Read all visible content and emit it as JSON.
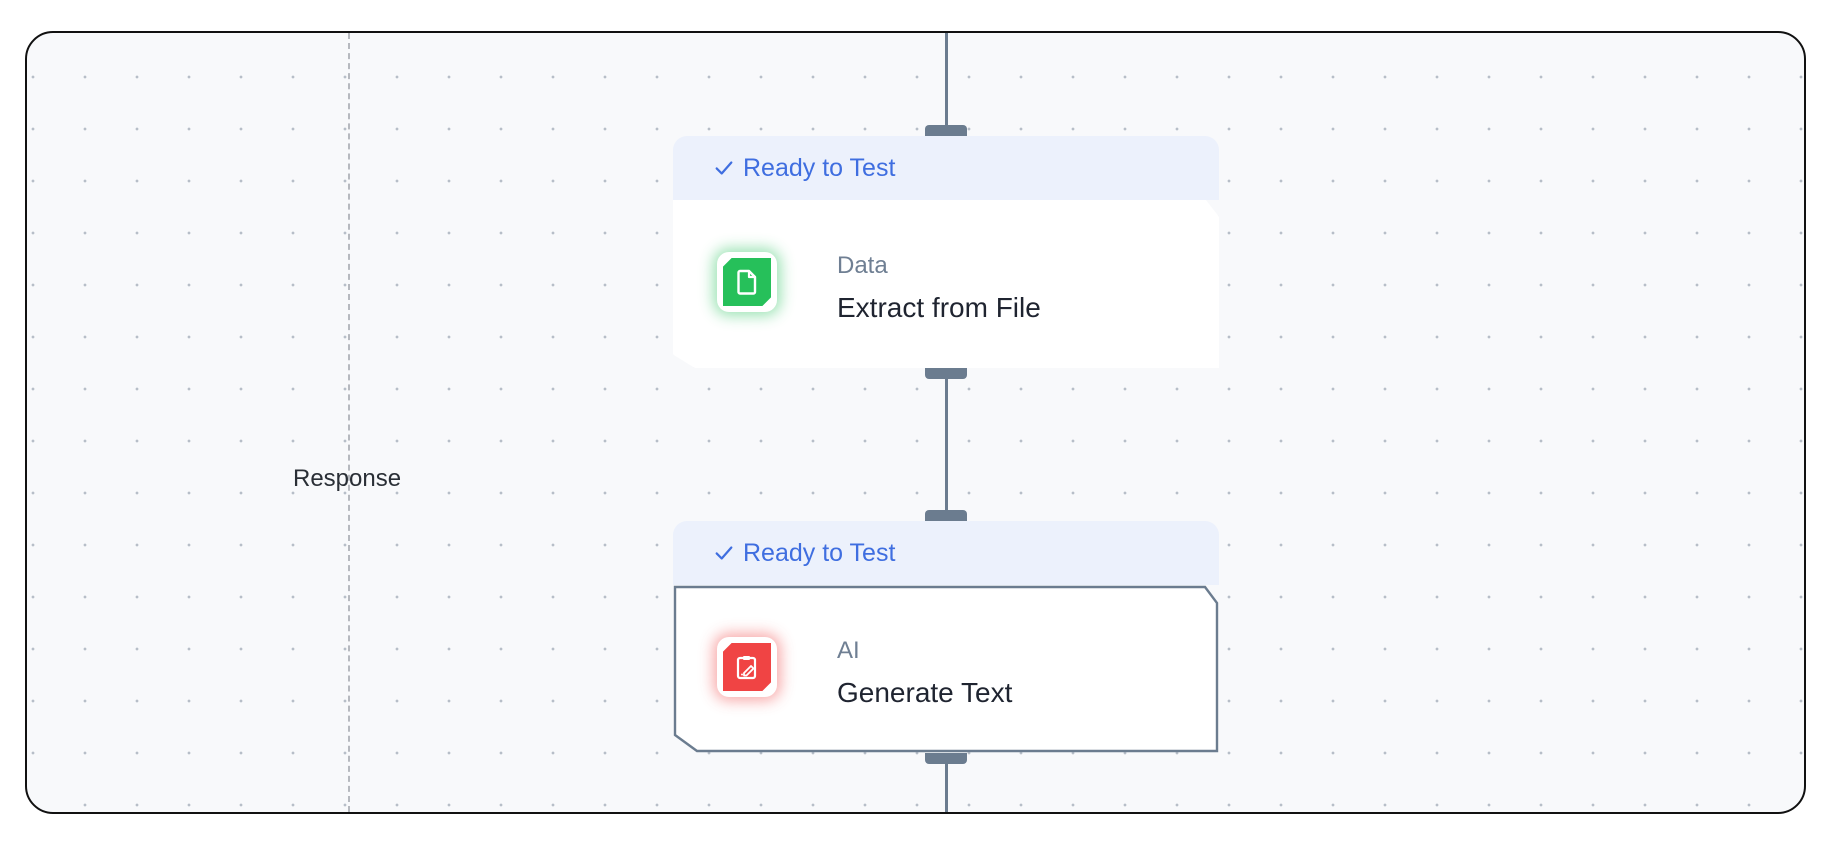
{
  "canvas": {
    "divider_label": "Response"
  },
  "nodes": [
    {
      "status": "Ready to Test",
      "category": "Data",
      "title": "Extract from File",
      "icon": "file-icon",
      "icon_color": "#26c05a"
    },
    {
      "status": "Ready to Test",
      "category": "AI",
      "title": "Generate Text",
      "icon": "clipboard-edit-icon",
      "icon_color": "#f04444"
    }
  ],
  "colors": {
    "status_text": "#3f6ee0",
    "status_bg": "#ecf1fc",
    "connector": "#6b7c8f",
    "selected_outline": "#6b7c8f"
  }
}
